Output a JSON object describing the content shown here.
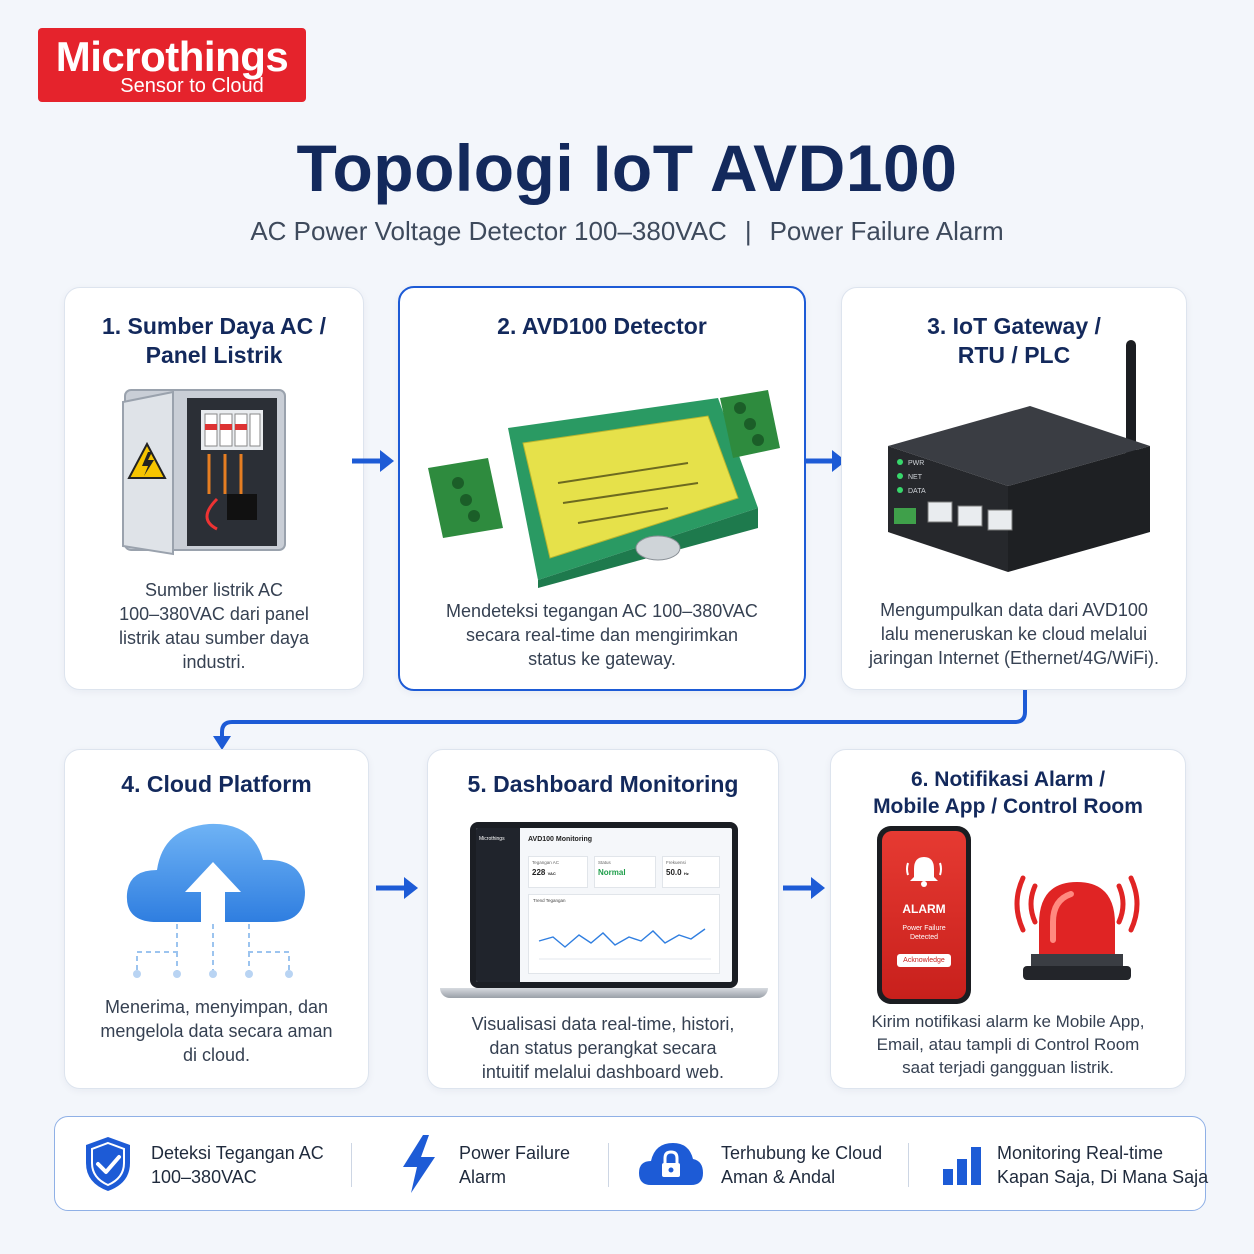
{
  "brand": {
    "name": "Microthings",
    "tagline": "Sensor to Cloud"
  },
  "title": "Topologi IoT AVD100",
  "subtitle": {
    "left": "AC Power Voltage Detector 100–380VAC",
    "separator": "|",
    "right": "Power Failure Alarm"
  },
  "steps": [
    {
      "title_lines": [
        "1. Sumber Daya AC /",
        "Panel Listrik"
      ],
      "desc_lines": [
        "Sumber listrik AC",
        "100–380VAC dari panel",
        "listrik atau sumber daya",
        "industri."
      ]
    },
    {
      "title_lines": [
        "2. AVD100 Detector"
      ],
      "desc_lines": [
        "Mendeteksi tegangan AC 100–380VAC",
        "secara real-time dan mengirimkan",
        "status ke gateway."
      ]
    },
    {
      "title_lines": [
        "3. IoT Gateway /",
        "RTU / PLC"
      ],
      "desc_lines": [
        "Mengumpulkan data dari AVD100",
        "lalu meneruskan ke cloud melalui",
        "jaringan Internet (Ethernet/4G/WiFi)."
      ],
      "device_leds": [
        "PWR",
        "NET",
        "DATA"
      ]
    },
    {
      "title_lines": [
        "4. Cloud Platform"
      ],
      "desc_lines": [
        "Menerima, menyimpan, dan",
        "mengelola data secara aman",
        "di cloud."
      ]
    },
    {
      "title_lines": [
        "5. Dashboard Monitoring"
      ],
      "desc_lines": [
        "Visualisasi data real-time, histori,",
        "dan status perangkat secara",
        "intuitif melalui dashboard web."
      ],
      "dashboard": {
        "app_name": "Microthings",
        "header": "AVD100 Monitoring",
        "stats": [
          {
            "label": "Tegangan AC",
            "value": "228",
            "unit": "VAC"
          },
          {
            "label": "Status",
            "value": "Normal",
            "unit": ""
          },
          {
            "label": "Frekuensi",
            "value": "50.0",
            "unit": "Hz"
          }
        ],
        "chart_title": "Trend Tegangan"
      }
    },
    {
      "title_lines": [
        "6. Notifikasi Alarm /",
        "Mobile App / Control Room"
      ],
      "desc_lines": [
        "Kirim notifikasi alarm ke Mobile App,",
        "Email, atau tampli di Control Room",
        "saat terjadi gangguan listrik."
      ],
      "phone": {
        "alarm": "ALARM",
        "message_lines": [
          "Power Failure",
          "Detected"
        ],
        "button": "Acknowledge"
      }
    }
  ],
  "features": [
    {
      "icon": "shield-check-icon",
      "lines": [
        "Deteksi Tegangan AC",
        "100–380VAC"
      ]
    },
    {
      "icon": "lightning-icon",
      "lines": [
        "Power Failure",
        "Alarm"
      ]
    },
    {
      "icon": "cloud-lock-icon",
      "lines": [
        "Terhubung ke Cloud",
        "Aman & Andal"
      ]
    },
    {
      "icon": "bar-chart-icon",
      "lines": [
        "Monitoring Real-time",
        "Kapan Saja, Di Mana Saja"
      ]
    }
  ],
  "colors": {
    "brand_red": "#e5232c",
    "navy": "#13295c",
    "accent_blue": "#1d5bd6",
    "module_green": "#2fa36b",
    "alarm_red": "#e02424"
  }
}
